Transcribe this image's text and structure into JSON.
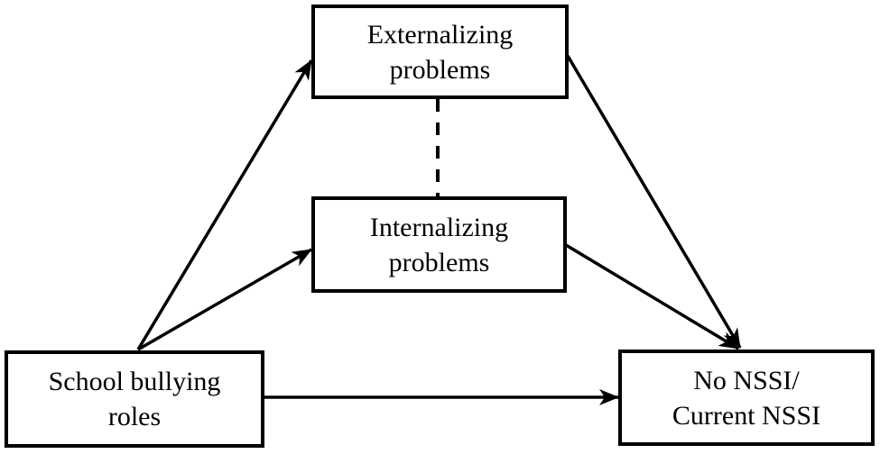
{
  "page": {
    "background_color": "#ffffff"
  },
  "diagram": {
    "type": "path-model",
    "colors": {
      "line": "#000000",
      "text": "#000000",
      "box_fill": "#ffffff"
    },
    "nodes": {
      "externalizing": {
        "id": "externalizing-problems",
        "label": "Externalizing problems",
        "line1": "Externalizing",
        "line2": "problems"
      },
      "internalizing": {
        "id": "internalizing-problems",
        "label": "Internalizing problems",
        "line1": "Internalizing",
        "line2": "problems"
      },
      "bullying": {
        "id": "school-bullying-roles",
        "label": "School bullying roles",
        "line1": "School bullying",
        "line2": "roles"
      },
      "nssi": {
        "id": "no-nssi-current-nssi",
        "label": "No NSSI/ Current NSSI",
        "line1": "No NSSI/",
        "line2": "Current NSSI"
      }
    },
    "edges": [
      {
        "from": "school-bullying-roles",
        "to": "externalizing-problems",
        "line": "solid",
        "arrowhead": true
      },
      {
        "from": "school-bullying-roles",
        "to": "internalizing-problems",
        "line": "solid",
        "arrowhead": true
      },
      {
        "from": "school-bullying-roles",
        "to": "no-nssi-current-nssi",
        "line": "solid",
        "arrowhead": true
      },
      {
        "from": "externalizing-problems",
        "to": "no-nssi-current-nssi",
        "line": "solid",
        "arrowhead": true
      },
      {
        "from": "internalizing-problems",
        "to": "no-nssi-current-nssi",
        "line": "solid",
        "arrowhead": true
      },
      {
        "from": "externalizing-problems",
        "to": "internalizing-problems",
        "line": "dashed",
        "arrowhead": false
      }
    ]
  }
}
